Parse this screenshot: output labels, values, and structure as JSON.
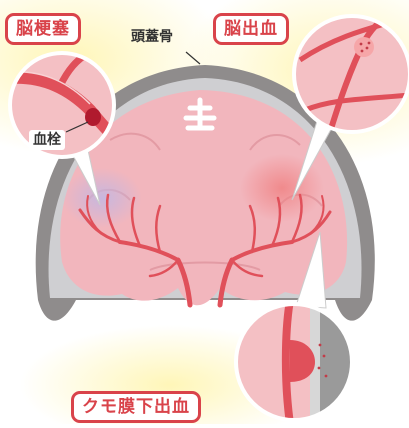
{
  "labels": {
    "infarction": "脳梗塞",
    "skull": "頭蓋骨",
    "hemorrhage": "脳出血",
    "embolus": "血栓",
    "subarachnoid": "クモ膜下出血"
  },
  "colors": {
    "accent_red": "#d9434a",
    "vessel": "#e0505a",
    "brain_pink": "#f2b6bd",
    "skull_gray": "#8f8c8c",
    "glow_yellow": "#fff3a8"
  }
}
